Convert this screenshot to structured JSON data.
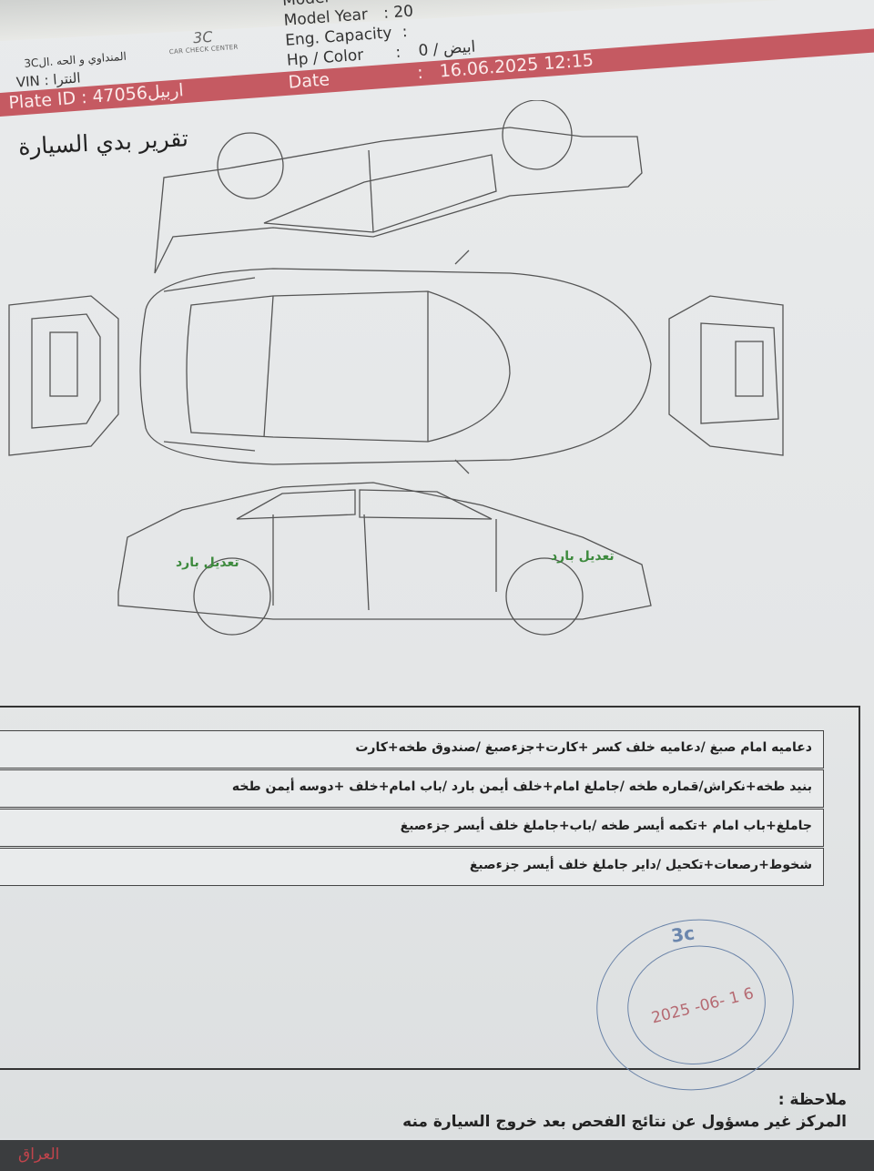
{
  "header": {
    "center_name": "3Cالمنداوي و الحه .ال",
    "logo": {
      "mark": "3C",
      "subtitle": "CAR CHECK CENTER"
    },
    "fields": [
      {
        "label": "Model",
        "value": ""
      },
      {
        "label": "Model Year",
        "value": "20"
      },
      {
        "label": "Eng. Capacity",
        "value": ""
      },
      {
        "label": "Hp / Color",
        "value": "0 / ابيض"
      }
    ],
    "vin": {
      "label": "VIN",
      "value": "النترا"
    },
    "plate": {
      "label": "Plate ID",
      "value": "اربيل47056"
    },
    "date": {
      "label": "Date",
      "value": "16.06.2025 12:15"
    },
    "brand_color": "#c55a62"
  },
  "title": "تقرير بدي السيارة",
  "diagram_annotations": [
    "تعديل بارد",
    "تعديل بارد"
  ],
  "annotation_color": "#3d8a3d",
  "remarks": [
    "دعاميه امام صبغ /دعاميه خلف كسر +كارت+جزءصبغ /صندوق طخه+كارت",
    "بنيد طخه+نكراش/قماره طخه /جاملغ امام+خلف أيمن بارد /باب امام+خلف +دوسه أيمن طخه",
    "جاملغ+باب امام +تكمه أيسر طخه /باب+جاملغ خلف أيسر جزءصبغ",
    "شخوط+رصعات+تكحيل /داير جاملغ خلف أيسر جزءصبغ"
  ],
  "stamp": {
    "mark": "3c",
    "date": "2025 -06- 1 6"
  },
  "note": {
    "label": "ملاحظة :",
    "text": "المركز غير مسؤول عن نتائج الفحص بعد خروج السيارة منه"
  },
  "footer_text": "العراق"
}
